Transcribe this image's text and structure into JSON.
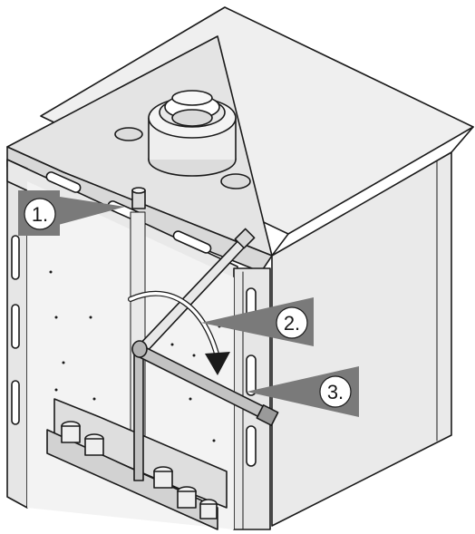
{
  "callouts": [
    {
      "label": "1."
    },
    {
      "label": "2."
    },
    {
      "label": "3."
    }
  ],
  "colors": {
    "line": "#1a1a1a",
    "panel": "#e6e6e6",
    "panel_light": "#f1f1f1",
    "panel_dark": "#cfcfcf",
    "callout_gray": "#7a7a7a",
    "pipe": "#c2c2c2"
  },
  "icons": {
    "rotation_arrow": "curved-arrow-icon",
    "pipe": "pipe-icon"
  }
}
